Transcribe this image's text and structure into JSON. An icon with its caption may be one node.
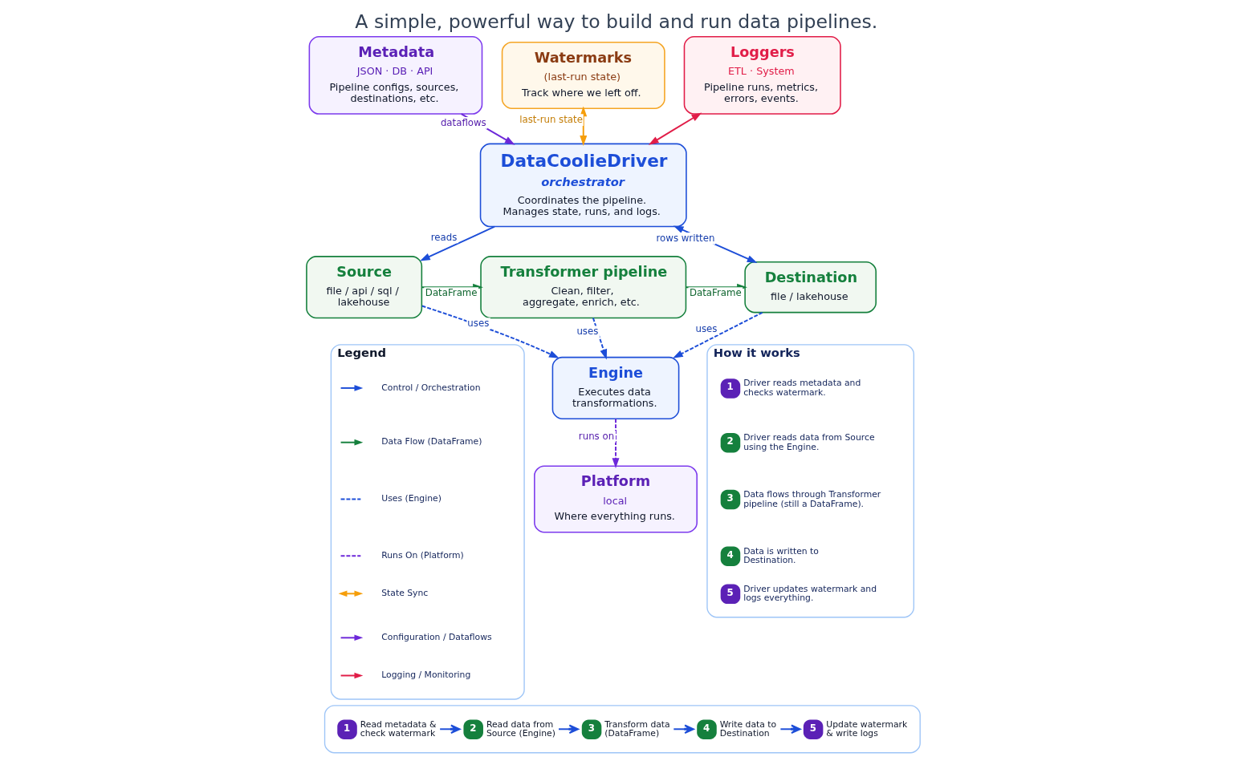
{
  "diagram": {
    "title": "A simple, powerful way to build and run data pipelines.",
    "nodes": [
      {
        "text": [
          "Metadata",
          "JSON · DB · API",
          "Pipeline configs, sources, destinations, etc."
        ]
      },
      {
        "text": [
          "Watermarks",
          "(last-run state)",
          "Track where we left off."
        ]
      },
      {
        "text": [
          "Loggers",
          "ETL · System",
          "Pipeline runs, metrics, errors, events."
        ]
      },
      {
        "text": [
          "DataCoolieDriver",
          "orchestrator",
          "Coordinates the pipeline. Manages state, runs, and logs."
        ]
      },
      {
        "text": [
          "Source",
          "file / api / sql / lakehouse"
        ]
      },
      {
        "text": [
          "Transformer pipeline",
          "Clean, filter, aggregate, enrich, etc."
        ]
      },
      {
        "text": [
          "Destination",
          "file / lakehouse"
        ]
      },
      {
        "text": [
          "Engine",
          "Executes data transformations."
        ]
      },
      {
        "text": [
          "Platform",
          "local",
          "Where everything runs."
        ]
      },
      {
        "text": [
          "Legend"
        ]
      },
      {
        "text": [
          "How it works"
        ]
      },
      {
        "text": [
          "1"
        ],
        "in": 10,
        "beside": [
          "Driver reads metadata and checks watermark."
        ]
      },
      {
        "text": [
          "2"
        ],
        "in": 10,
        "beside": [
          "Driver reads data from Source using the Engine."
        ]
      },
      {
        "text": [
          "3"
        ],
        "in": 10,
        "beside": [
          "Data flows through Transformer pipeline (still a DataFrame)."
        ]
      },
      {
        "text": [
          "4"
        ],
        "in": 10,
        "beside": [
          "Data is written to Destination."
        ]
      },
      {
        "text": [
          "5"
        ],
        "in": 10,
        "beside": [
          "Driver updates watermark and logs everything."
        ]
      },
      {
        "text": [],
        "shape": "box"
      },
      {
        "text": [
          "1"
        ],
        "in": 16,
        "beside": [
          "Read metadata & check watermark"
        ]
      },
      {
        "text": [
          "2"
        ],
        "in": 16,
        "beside": [
          "Read data from Source (Engine)"
        ]
      },
      {
        "text": [
          "3"
        ],
        "in": 16,
        "beside": [
          "Transform data (DataFrame)"
        ]
      },
      {
        "text": [
          "4"
        ],
        "in": 16,
        "beside": [
          "Write data to Destination"
        ]
      },
      {
        "text": [
          "5"
        ],
        "in": 16,
        "beside": [
          "Update watermark & write logs"
        ]
      }
    ],
    "edges": [
      {
        "from": 0,
        "to": 3,
        "arrow": "to",
        "label": "dataflows",
        "color": "#6d28d9"
      },
      {
        "from": 1,
        "to": 3,
        "arrow": "both",
        "label": "last-run state",
        "color": "#f59e0b"
      },
      {
        "from": 2,
        "to": 3,
        "arrow": "both",
        "color": "#e11d48"
      },
      {
        "from": 3,
        "to": 4,
        "arrow": "to",
        "label": "reads"
      },
      {
        "from": 3,
        "to": 6,
        "arrow": "both",
        "label": "rows written"
      },
      {
        "from": 4,
        "to": 5,
        "arrow": "to",
        "label": "DataFrame",
        "color": "#15803d"
      },
      {
        "from": 5,
        "to": 6,
        "arrow": "to",
        "label": "DataFrame",
        "color": "#15803d"
      },
      {
        "from": 4,
        "to": 7,
        "arrow": "to",
        "label": "uses",
        "style": "dashed"
      },
      {
        "from": 5,
        "to": 7,
        "arrow": "to",
        "label": "uses",
        "style": "dashed"
      },
      {
        "from": 6,
        "to": 7,
        "arrow": "to",
        "label": "uses",
        "style": "dashed"
      },
      {
        "from": 7,
        "to": 8,
        "arrow": "to",
        "label": "runs on",
        "style": "dashed",
        "color": "#6d28d9"
      },
      {
        "from": 17,
        "to": 18,
        "arrow": "to"
      },
      {
        "from": 18,
        "to": 19,
        "arrow": "to"
      },
      {
        "from": 19,
        "to": 20,
        "arrow": "to"
      },
      {
        "from": 20,
        "to": 21,
        "arrow": "to"
      }
    ],
    "legend": [
      {
        "text": "Control / Orchestration"
      },
      {
        "text": "Data Flow (DataFrame)"
      },
      {
        "text": "Uses (Engine)"
      },
      {
        "text": "Runs On (Platform)"
      },
      {
        "text": "State Sync"
      },
      {
        "text": "Configuration / Dataflows"
      },
      {
        "text": "Logging / Monitoring"
      }
    ]
  }
}
